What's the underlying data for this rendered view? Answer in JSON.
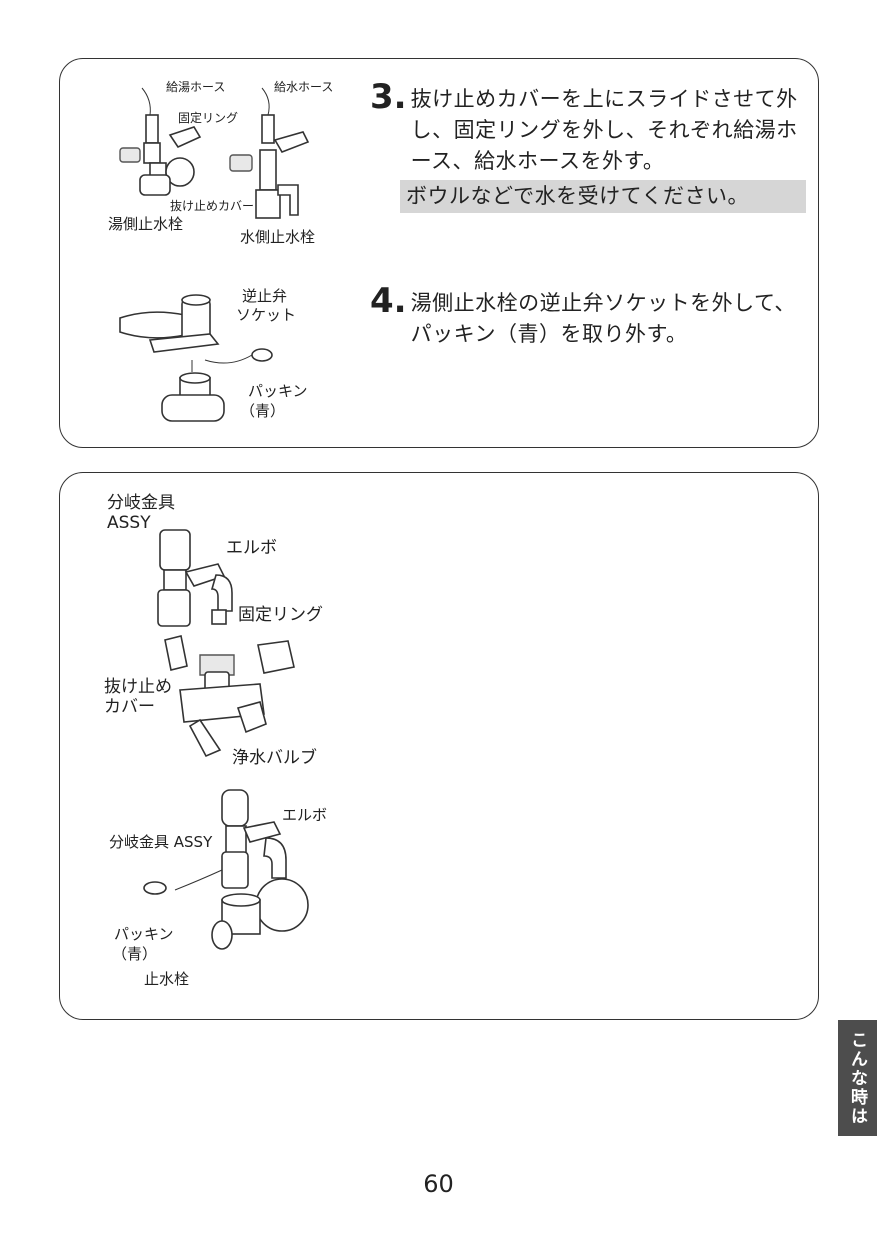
{
  "step3": {
    "number": "3.",
    "text": "抜け止めカバーを上にスライドさせて外し、固定リングを外し、それぞれ給湯ホース、給水ホースを外す。",
    "note": "ボウルなどで水を受けてください。",
    "labels": {
      "hot_hose": "給湯ホース",
      "cold_hose": "給水ホース",
      "fixing_ring": "固定リング",
      "cover": "抜け止めカバー",
      "hot_valve": "湯側止水栓",
      "cold_valve": "水側止水栓"
    }
  },
  "step4": {
    "number": "4.",
    "text": "湯側止水栓の逆止弁ソケットを外して、パッキン（青）を取り外す。",
    "labels": {
      "check_valve_l1": "逆止弁",
      "check_valve_l2": "ソケット",
      "packing_l1": "パッキン",
      "packing_l2": "（青）"
    }
  },
  "panel2": {
    "top": {
      "branch_l1": "分岐金具",
      "branch_l2": "ASSY",
      "elbow": "エルボ",
      "fixing_ring": "固定リング",
      "cover_l1": "抜け止め",
      "cover_l2": "カバー",
      "water_valve": "浄水バルブ"
    },
    "bottom": {
      "elbow": "エルボ",
      "branch": "分岐金具 ASSY",
      "packing_l1": "パッキン",
      "packing_l2": "（青）",
      "stop_valve": "止水栓"
    }
  },
  "side_tab": "こんな時は",
  "page_number": "60"
}
